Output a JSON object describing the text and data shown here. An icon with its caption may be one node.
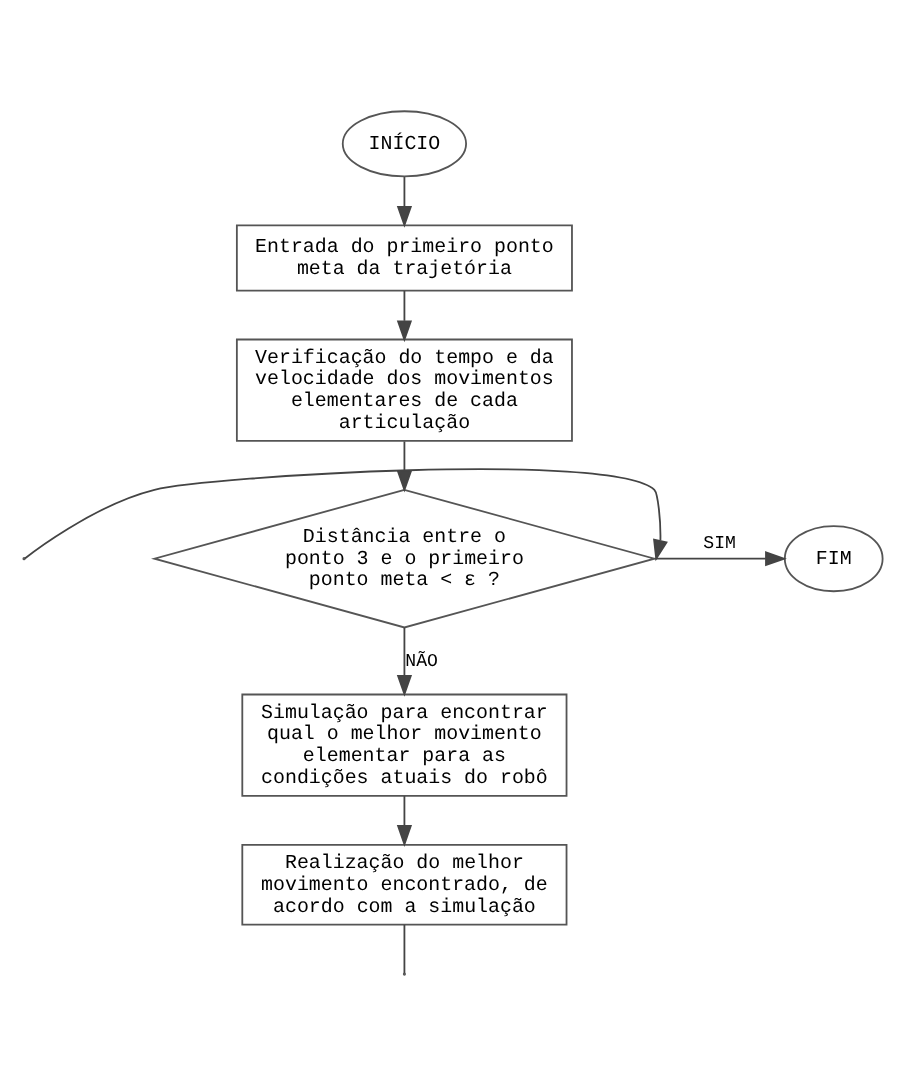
{
  "diagram": {
    "nodes": [
      {
        "text": [
          "INÍCIO"
        ]
      },
      {
        "text": [
          "Entrada do primeiro ponto meta da trajetória"
        ]
      },
      {
        "text": [
          "Verificação do tempo e da velocidade dos movimentos elementares de cada articulação"
        ]
      },
      {
        "text": [
          "Distância entre o ponto 3 e o primeiro ponto meta < ε ?"
        ]
      },
      {
        "text": [
          "FIM"
        ]
      },
      {
        "text": [
          "Simulação para encontrar qual o melhor movimento elementar para as condições atuais do robô"
        ]
      },
      {
        "text": [
          "Realização do melhor movimento encontrado, de acordo com a simulação"
        ]
      }
    ],
    "edges": [
      {
        "from": 0,
        "to": 1,
        "arrow": "to"
      },
      {
        "from": 1,
        "to": 2,
        "arrow": "to"
      },
      {
        "from": 2,
        "to": 3,
        "arrow": "to"
      },
      {
        "from": 3,
        "to": 4,
        "arrow": "to",
        "label": "SIM"
      },
      {
        "from": 3,
        "to": 5,
        "arrow": "to",
        "label": "NÃO"
      },
      {
        "from": 5,
        "to": 6,
        "arrow": "to"
      },
      {
        "from": 6,
        "to": null,
        "arrow": "none"
      },
      {
        "from": null,
        "to": 3,
        "arrow": "to"
      }
    ]
  }
}
